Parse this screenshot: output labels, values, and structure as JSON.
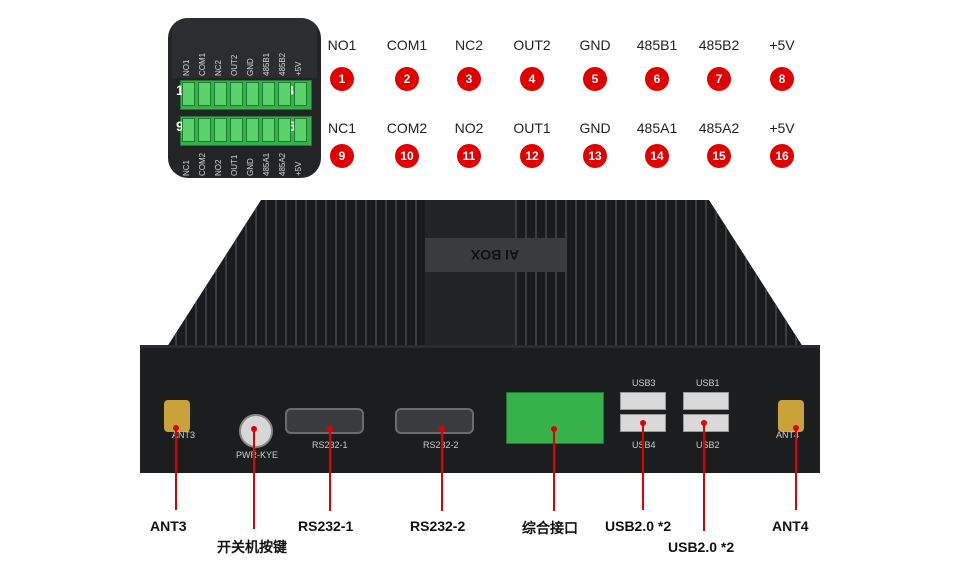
{
  "pins_top": [
    {
      "name": "NO1",
      "num": "1"
    },
    {
      "name": "COM1",
      "num": "2"
    },
    {
      "name": "NC2",
      "num": "3"
    },
    {
      "name": "OUT2",
      "num": "4"
    },
    {
      "name": "GND",
      "num": "5"
    },
    {
      "name": "485B1",
      "num": "6"
    },
    {
      "name": "485B2",
      "num": "7"
    },
    {
      "name": "+5V",
      "num": "8"
    }
  ],
  "pins_bottom": [
    {
      "name": "NC1",
      "num": "9"
    },
    {
      "name": "COM2",
      "num": "10"
    },
    {
      "name": "NO2",
      "num": "11"
    },
    {
      "name": "OUT1",
      "num": "12"
    },
    {
      "name": "GND",
      "num": "13"
    },
    {
      "name": "485A1",
      "num": "14"
    },
    {
      "name": "485A2",
      "num": "15"
    },
    {
      "name": "+5V",
      "num": "16"
    }
  ],
  "inset": {
    "top_labels": [
      "NO1",
      "COM1",
      "NC2",
      "OUT2",
      "GND",
      "485B1",
      "485B2",
      "+5V"
    ],
    "bottom_labels": [
      "NC1",
      "COM2",
      "NO2",
      "OUT1",
      "GND",
      "485A1",
      "485A2",
      "+5V"
    ],
    "num_tl": "1",
    "num_tr": "8",
    "num_bl": "9",
    "num_br": "16"
  },
  "device": {
    "logo": "AI BOX",
    "ant3_panel": "ANT3",
    "ant4_panel": "ANT4",
    "pwr_panel": "PWR-KYE",
    "rs1_panel": "RS232-1",
    "rs2_panel": "RS232-2",
    "usb3_panel": "USB3",
    "usb4_panel": "USB4",
    "usb1_panel": "USB1",
    "usb2_panel": "USB2"
  },
  "callouts": {
    "ant3": "ANT3",
    "power": "开关机按键",
    "rs1": "RS232-1",
    "rs2": "RS232-2",
    "combo": "综合接口",
    "usb_left": "USB2.0 *2",
    "usb_right": "USB2.0 *2",
    "ant4": "ANT4"
  },
  "colors": {
    "accent": "#e00000",
    "terminal": "#37b24a",
    "body": "#1c1d1f"
  }
}
